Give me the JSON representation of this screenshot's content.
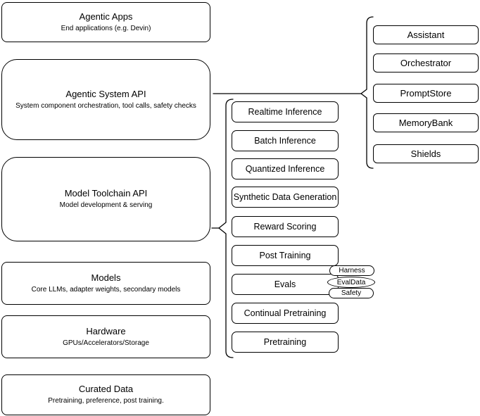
{
  "layers": [
    {
      "title": "Agentic Apps",
      "subtitle": "End applications (e.g. Devin)"
    },
    {
      "title": "Agentic System API",
      "subtitle": "System component orchestration, tool calls, safety checks"
    },
    {
      "title": "Model Toolchain API",
      "subtitle": "Model development & serving"
    },
    {
      "title": "Models",
      "subtitle": "Core LLMs, adapter weights, secondary models"
    },
    {
      "title": "Hardware",
      "subtitle": "GPUs/Accelerators/Storage"
    },
    {
      "title": "Curated Data",
      "subtitle": "Pretraining, preference, post training."
    }
  ],
  "toolchain_items": [
    "Realtime Inference",
    "Batch Inference",
    "Quantized Inference",
    "Synthetic Data Generation",
    "Reward Scoring",
    "Post Training",
    "Evals",
    "Continual Pretraining",
    "Pretraining"
  ],
  "eval_tags": [
    "Harness",
    "EvalData",
    "Safety"
  ],
  "system_components": [
    "Assistant",
    "Orchestrator",
    "PromptStore",
    "MemoryBank",
    "Shields"
  ],
  "colors": {
    "stroke": "#000000",
    "fill": "#ffffff",
    "background": "#ffffff"
  }
}
